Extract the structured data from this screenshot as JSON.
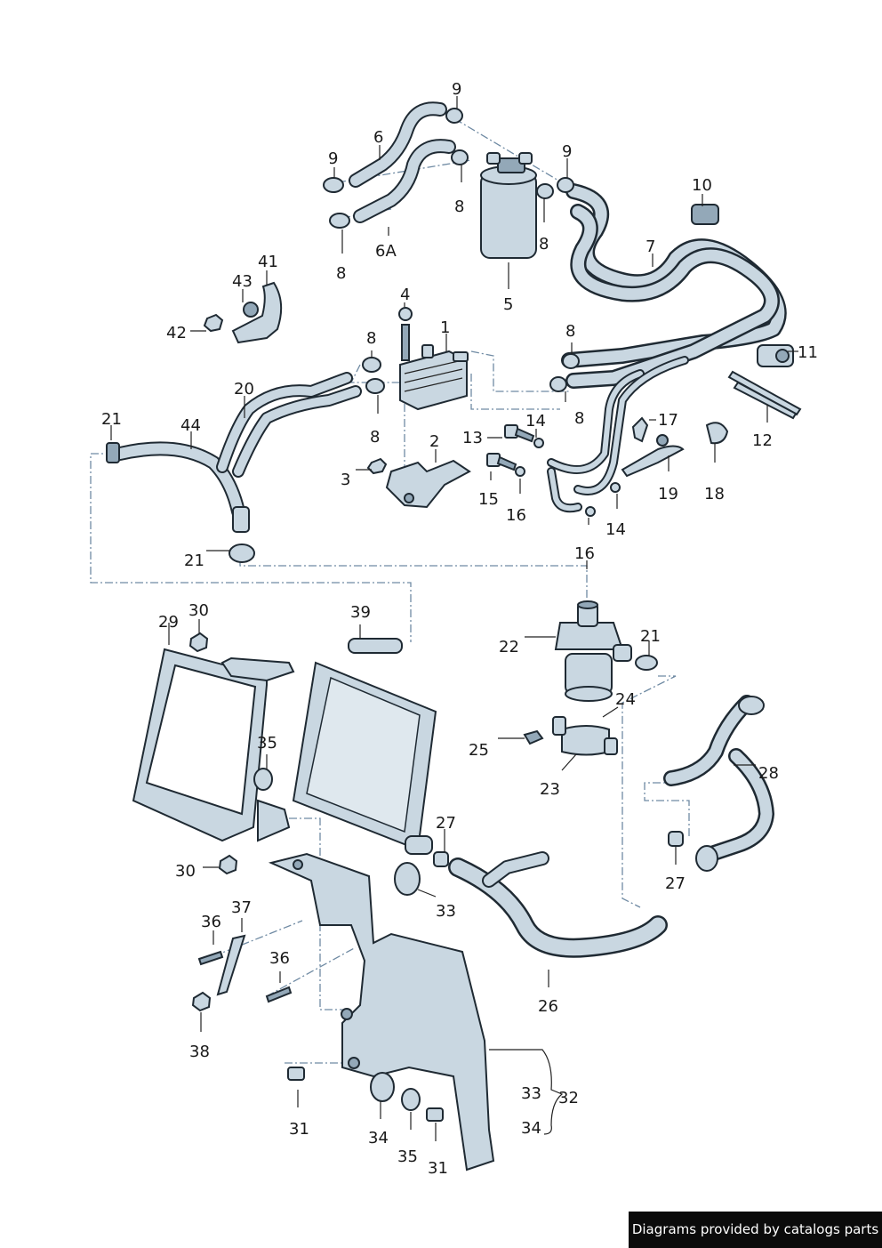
{
  "labels": {
    "l1": "1",
    "l2": "2",
    "l3": "3",
    "l4": "4",
    "l5": "5",
    "l6": "6",
    "l6a": "6A",
    "l7": "7",
    "l8a": "8",
    "l8b": "8",
    "l8c": "8",
    "l8d": "8",
    "l8e": "8",
    "l8f": "8",
    "l8g": "8",
    "l9a": "9",
    "l9b": "9",
    "l9c": "9",
    "l10": "10",
    "l11": "11",
    "l12": "12",
    "l13": "13",
    "l14a": "14",
    "l14b": "14",
    "l15": "15",
    "l16a": "16",
    "l16b": "16",
    "l17": "17",
    "l18": "18",
    "l19": "19",
    "l20": "20",
    "l21a": "21",
    "l21b": "21",
    "l21c": "21",
    "l22": "22",
    "l23": "23",
    "l24": "24",
    "l25": "25",
    "l26": "26",
    "l27a": "27",
    "l27b": "27",
    "l28": "28",
    "l29": "29",
    "l30a": "30",
    "l30b": "30",
    "l31a": "31",
    "l31b": "31",
    "l32": "32",
    "l33a": "33",
    "l33b": "33",
    "l34a": "34",
    "l34b": "34",
    "l35a": "35",
    "l35b": "35",
    "l36a": "36",
    "l36b": "36",
    "l37": "37",
    "l38": "38",
    "l39": "39",
    "l41": "41",
    "l42": "42",
    "l43": "43",
    "l44": "44"
  },
  "credit": "Diagrams provided by catalogs parts",
  "colors": {
    "part_fill": "#c9d7e1",
    "part_dark": "#93a8b8",
    "outline": "#1f2a33",
    "leader_dash": "#6f8aa3",
    "credit_bg": "#0b0b0b"
  }
}
